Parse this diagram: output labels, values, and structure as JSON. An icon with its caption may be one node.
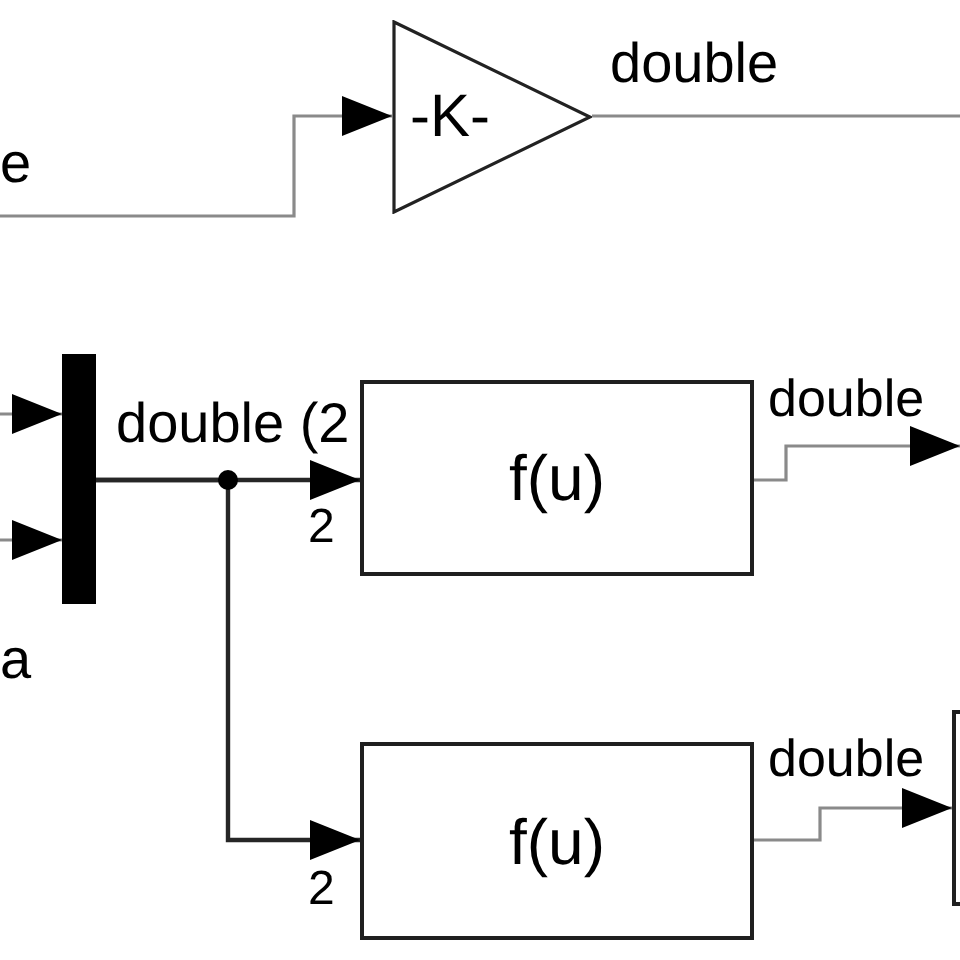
{
  "diagram": {
    "nodes": [
      {
        "text": [
          "-K-"
        ]
      },
      {
        "text": [],
        "shape": "bar"
      },
      {
        "text": [
          "f(u)"
        ]
      },
      {
        "text": [
          "f(u)"
        ]
      },
      {
        "text": [],
        "shape": "box"
      }
    ],
    "edges": [
      {
        "from": null,
        "to": 0,
        "arrow": "to",
        "label": "e"
      },
      {
        "from": 0,
        "to": null,
        "arrow": "none",
        "label": "double"
      },
      {
        "from": null,
        "to": 1,
        "arrow": "to"
      },
      {
        "from": null,
        "to": 1,
        "arrow": "to"
      },
      {
        "from": 1,
        "to": 2,
        "arrow": "to",
        "label": "double (2",
        "color": "#262626"
      },
      {
        "from": 1,
        "to": 3,
        "arrow": "to",
        "color": "#262626"
      },
      {
        "from": 2,
        "to": null,
        "arrow": "to",
        "label": "double"
      },
      {
        "from": 3,
        "to": 4,
        "arrow": "to",
        "label": "double"
      }
    ],
    "labels": [
      "2",
      "a",
      "2"
    ]
  }
}
